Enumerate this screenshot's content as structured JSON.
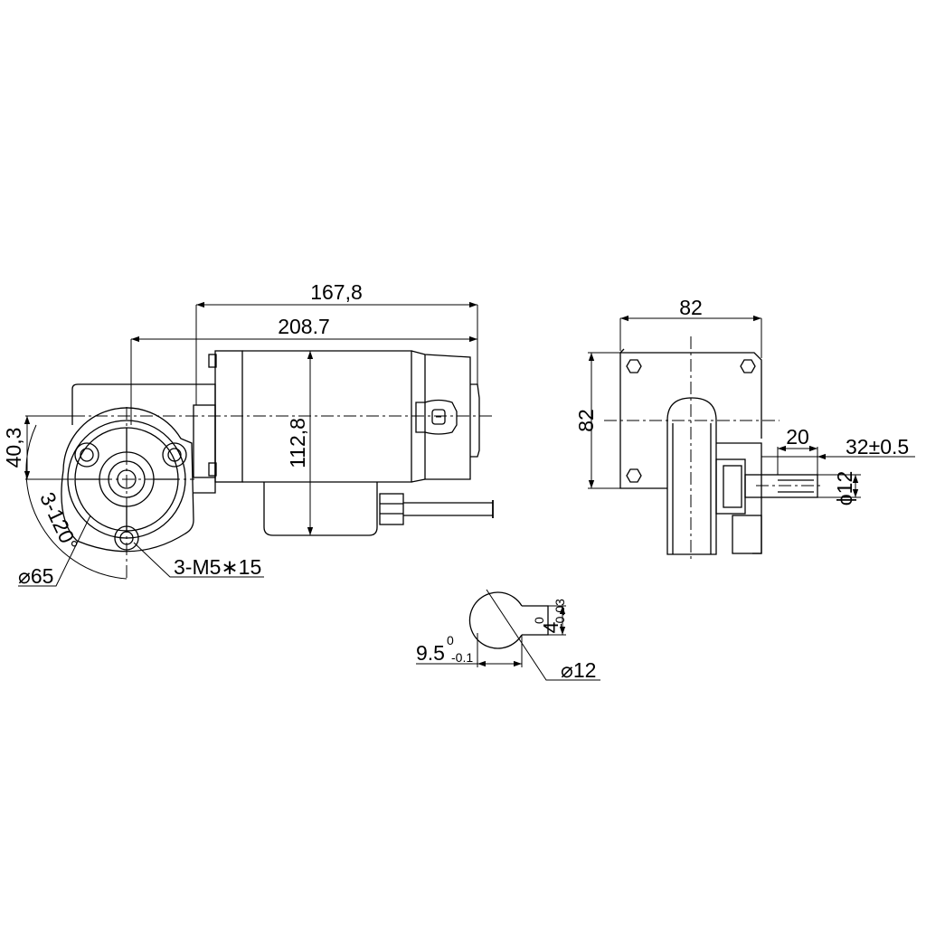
{
  "dimensions": {
    "overall_length": "167,8",
    "total_length": "208.7",
    "motor_diameter": "112,8",
    "shaft_offset": "40,3",
    "bolt_pattern_angle": "3-120°",
    "flange_circle": "⌀65",
    "mount_holes": "3-M5∗15",
    "side_width": "82",
    "side_height": "82",
    "shaft_length": "20",
    "shaft_extension": "32±0.5",
    "shaft_diameter": "ϕ12",
    "flat_depth_base": "9.5",
    "flat_depth_upper_tol": "0",
    "flat_depth_lower_tol": "-0.1",
    "key_width_base": "4",
    "key_width_upper_tol": "0",
    "key_width_lower_tol": "-0.03",
    "detail_shaft_diameter": "⌀12"
  }
}
